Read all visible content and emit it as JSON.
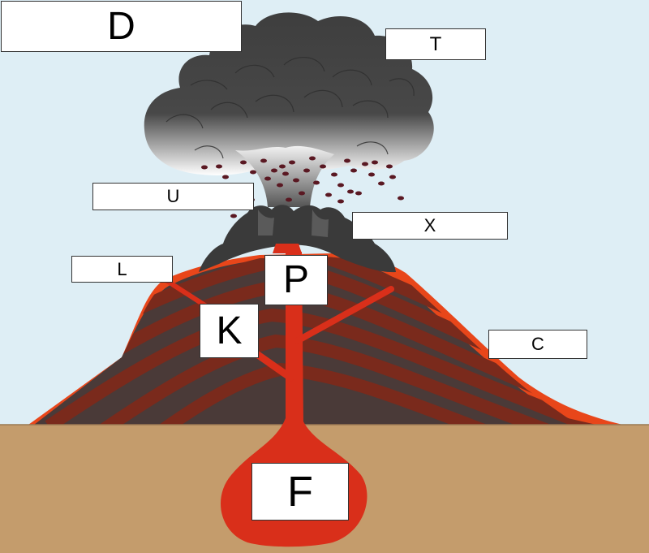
{
  "labels": {
    "D": "D",
    "T": "T",
    "U": "U",
    "X": "X",
    "L": "L",
    "P": "P",
    "K": "K",
    "C": "C",
    "F": "F"
  },
  "colors": {
    "sky": "#deeef5",
    "ground": "#c49c6c",
    "lava": "#e8461a",
    "magma": "#d92f1a",
    "rock_dark": "#4a3a38",
    "rock_band": "#7a2a1c",
    "ash_cloud": "#444444",
    "bombs": "#5a1822"
  }
}
